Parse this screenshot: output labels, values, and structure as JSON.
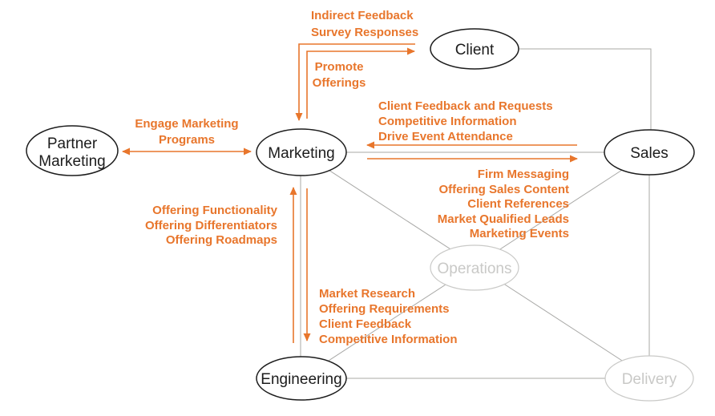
{
  "diagram": {
    "type": "relationship-diagram",
    "nodes": {
      "client": {
        "label": "Client"
      },
      "partner_marketing": {
        "lines": [
          "Partner",
          "Marketing"
        ]
      },
      "marketing": {
        "label": "Marketing"
      },
      "sales": {
        "label": "Sales"
      },
      "operations": {
        "label": "Operations",
        "dimmed": true
      },
      "engineering": {
        "label": "Engineering"
      },
      "delivery": {
        "label": "Delivery",
        "dimmed": true
      }
    },
    "flows": {
      "client_to_marketing": {
        "from": "Client",
        "to": "Marketing",
        "lines": [
          "Indirect Feedback",
          "Survey Responses"
        ]
      },
      "marketing_to_client": {
        "from": "Marketing",
        "to": "Client",
        "lines": [
          "Promote",
          "Offerings"
        ]
      },
      "partner_marketing_bidirectional": {
        "from": "Partner Marketing",
        "to": "Marketing",
        "bidirectional": true,
        "lines": [
          "Engage Marketing",
          "Programs"
        ]
      },
      "sales_to_marketing": {
        "from": "Sales",
        "to": "Marketing",
        "lines": [
          "Client Feedback and Requests",
          "Competitive Information",
          "Drive Event Attendance"
        ]
      },
      "marketing_to_sales": {
        "from": "Marketing",
        "to": "Sales",
        "lines": [
          "Firm Messaging",
          "Offering Sales Content",
          "Client References",
          "Market Qualified Leads",
          "Marketing Events"
        ]
      },
      "engineering_to_marketing": {
        "from": "Engineering",
        "to": "Marketing",
        "lines": [
          "Offering Functionality",
          "Offering Differentiators",
          "Offering Roadmaps"
        ]
      },
      "marketing_to_engineering": {
        "from": "Marketing",
        "to": "Engineering",
        "lines": [
          "Market Research",
          "Offering Requirements",
          "Client Feedback",
          "Competitive Information"
        ]
      }
    },
    "colors": {
      "accent_orange": "#E8762C",
      "connector_gray": "#A8A8A6",
      "inactive_gray": "#C9C9C7",
      "node_outline": "#1C1C1C",
      "background": "#FFFFFF"
    }
  }
}
